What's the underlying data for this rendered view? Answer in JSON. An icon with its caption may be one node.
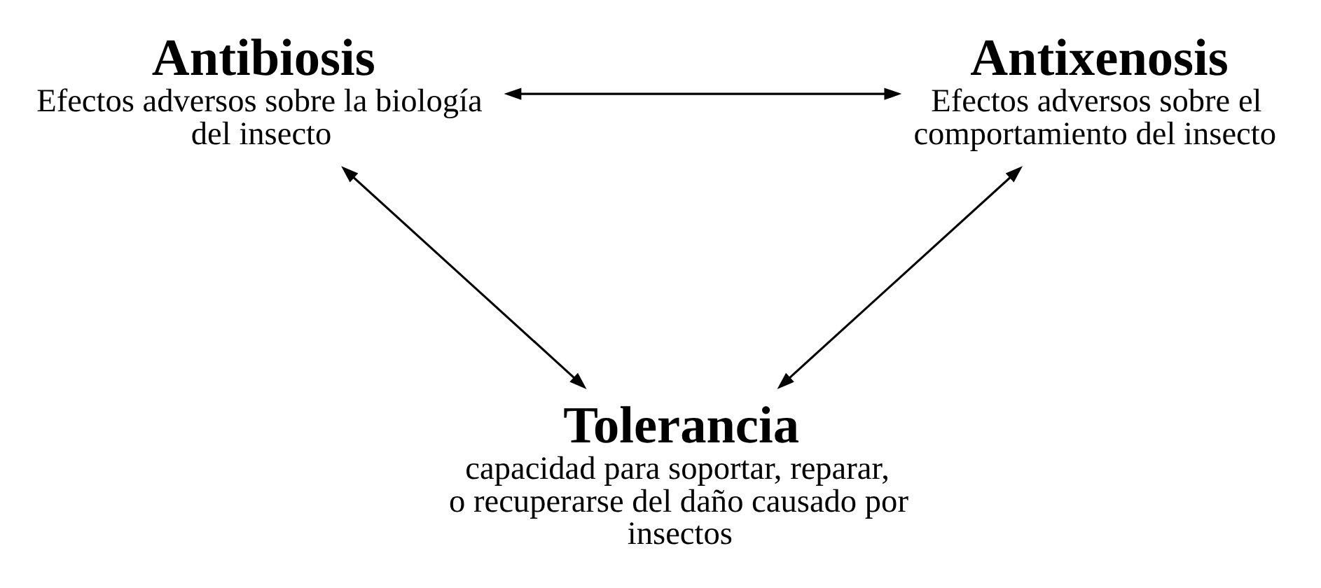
{
  "diagram": {
    "nodes": [
      {
        "text": [
          "Antibiosis",
          "Efectos adversos sobre la biología del insecto"
        ]
      },
      {
        "text": [
          "Antixenosis",
          "Efectos adversos sobre el comportamiento del insecto"
        ]
      },
      {
        "text": [
          "Tolerancia",
          "capacidad para soportar, reparar, o recuperarse del daño causado por insectos"
        ]
      }
    ],
    "edges": [
      {
        "from": 0,
        "to": 1,
        "arrow": "both"
      },
      {
        "from": 0,
        "to": 2,
        "arrow": "both"
      },
      {
        "from": 1,
        "to": 2,
        "arrow": "both"
      }
    ]
  }
}
